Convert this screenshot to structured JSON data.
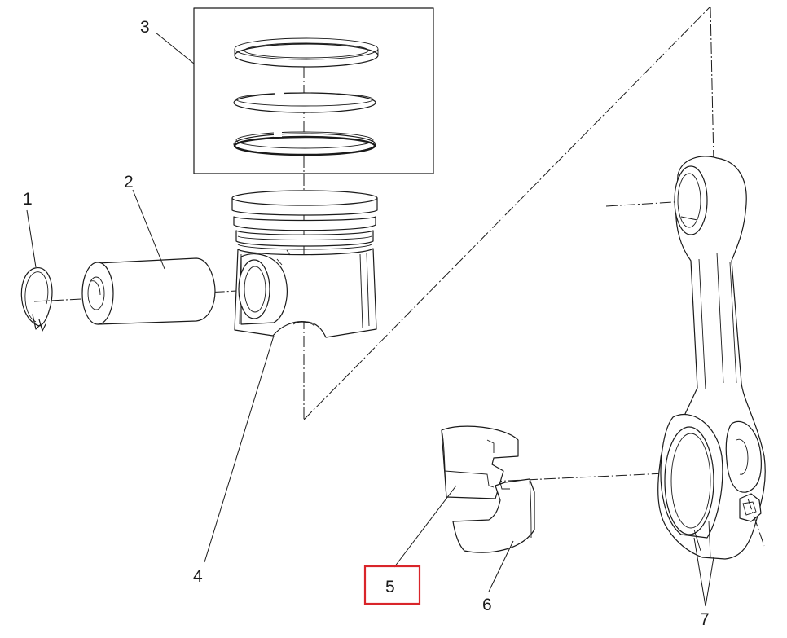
{
  "callouts": [
    {
      "id": "1",
      "label": "1"
    },
    {
      "id": "2",
      "label": "2"
    },
    {
      "id": "3",
      "label": "3"
    },
    {
      "id": "4",
      "label": "4"
    },
    {
      "id": "5",
      "label": "5"
    },
    {
      "id": "6",
      "label": "6"
    },
    {
      "id": "7",
      "label": "7"
    }
  ],
  "highlight": {
    "callout": "5",
    "color": "#d9252a"
  }
}
